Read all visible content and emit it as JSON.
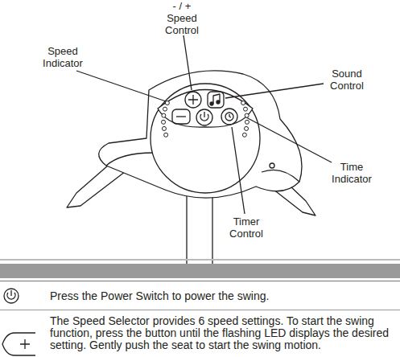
{
  "diagram": {
    "labels": [
      "- / + Speed Control",
      "Speed Indicator",
      "Sound Control",
      "Time Indicator",
      "Timer Control",
      "Press the Power Switch to power the swing.",
      "The Speed Selector provides 6 speed settings. To start the swing function, press the button until the flashing LED displays the desired setting. Gently push the seat to start the swing motion."
    ]
  }
}
